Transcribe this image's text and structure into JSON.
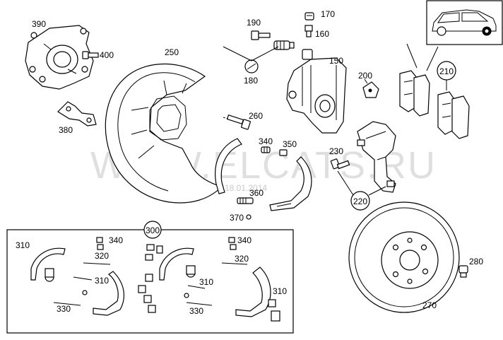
{
  "watermark": {
    "text": "WWW.ELCATS.RU",
    "date": "18.01.2014"
  },
  "parts": {
    "p390": "390",
    "p400": "400",
    "p250": "250",
    "p380": "380",
    "p190": "190",
    "p170": "170",
    "p160": "160",
    "p180": "180",
    "p150": "150",
    "p200": "200",
    "p210": "210",
    "p260": "260",
    "p340": "340",
    "p350": "350",
    "p230": "230",
    "p360": "360",
    "p370": "370",
    "p220": "220",
    "p300": "300",
    "p310": "310",
    "p320": "320",
    "p330": "330",
    "p270": "270",
    "p280": "280"
  },
  "colors": {
    "line": "#000000",
    "background": "#ffffff"
  },
  "icons": {
    "vehicle": "hatchback-car-icon"
  }
}
